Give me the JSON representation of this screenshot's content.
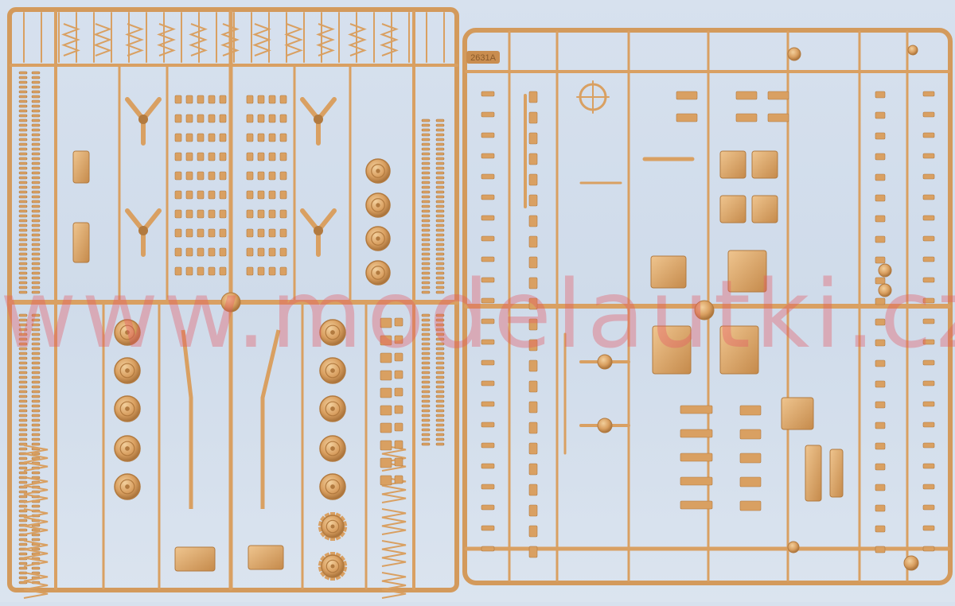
{
  "photo": {
    "subject": "two plastic model kit sprues",
    "background_color": "#d6e0ec",
    "plastic_color": "#d9a062",
    "plastic_highlight": "#edc38e",
    "plastic_shadow": "#b27a3f"
  },
  "sprue_left": {
    "code_tag": ""
  },
  "sprue_right": {
    "code_tag": "2631A"
  },
  "watermark": {
    "text": "www.modelautki.cz",
    "color": "#e65a64"
  }
}
